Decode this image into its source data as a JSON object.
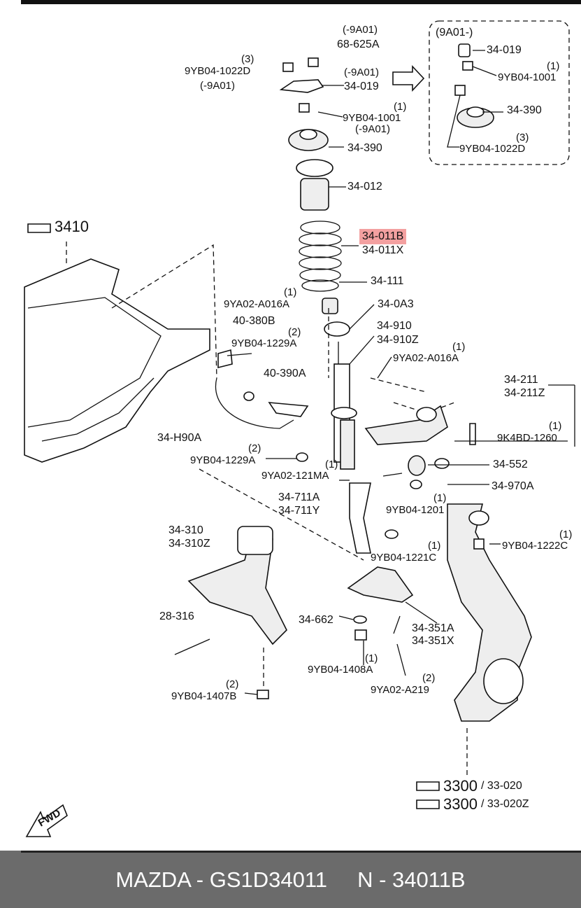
{
  "labels": {
    "l_9a01_top": "(-9A01)",
    "l_68625a": "68-625A",
    "l_3_a": "(3)",
    "l_9yb04_1022d_a": "9YB04-1022D",
    "l_9a01_b": "(-9A01)",
    "l_9a01_c": "(-9A01)",
    "l_34019_a": "34-019",
    "l_1_a": "(1)",
    "l_9yb04_1001_a": "9YB04-1001",
    "l_9a01_d": "(-9A01)",
    "l_34390_a": "34-390",
    "l_34012": "34-012",
    "l_34011b": "34-011B",
    "l_34011x": "34-011X",
    "l_34111": "34-111",
    "l_340a3": "34-0A3",
    "l_34910": "34-910",
    "l_34910z": "34-910Z",
    "l_1_b": "(1)",
    "l_9ya02_a016a_b": "9YA02-A016A",
    "l_1_c": "(1)",
    "l_9ya02_a016a_a": "9YA02-A016A",
    "l_40380b": "40-380B",
    "l_2_a": "(2)",
    "l_9yb04_1229a_a": "9YB04-1229A",
    "l_40390a": "40-390A",
    "l_34h90a": "34-H90A",
    "l_2_b": "(2)",
    "l_9yb04_1229a_b": "9YB04-1229A",
    "l_1_d": "(1)",
    "l_9ya02_121ma": "9YA02-121MA",
    "l_34211": "34-211",
    "l_34211z": "34-211Z",
    "l_1_e": "(1)",
    "l_9k4bd_1260": "9K4BD-1260",
    "l_34552": "34-552",
    "l_34970a": "34-970A",
    "l_34711a": "34-711A",
    "l_34711y": "34-711Y",
    "l_1_f": "(1)",
    "l_9yb04_1201": "9YB04-1201",
    "l_1_g": "(1)",
    "l_9yb04_1222c": "9YB04-1222C",
    "l_34310": "34-310",
    "l_34310z": "34-310Z",
    "l_1_h": "(1)",
    "l_9yb04_1221c": "9YB04-1221C",
    "l_28316": "28-316",
    "l_34662": "34-662",
    "l_34351a": "34-351A",
    "l_34351x": "34-351X",
    "l_1_i": "(1)",
    "l_9yb04_1408a": "9YB04-1408A",
    "l_2_c": "(2)",
    "l_9ya02_a219": "9YA02-A219",
    "l_2_d": "(2)",
    "l_9yb04_1407b": "9YB04-1407B",
    "l_3410": "3410",
    "l_3300_a": "3300",
    "l_33020": "/ 33-020",
    "l_3300_b": "3300",
    "l_33020z": "/ 33-020Z",
    "l_9a01_box": "(9A01-)",
    "l_34019_b": "34-019",
    "l_1_j": "(1)",
    "l_9yb04_1001_b": "9YB04-1001",
    "l_34390_b": "34-390",
    "l_3_b": "(3)",
    "l_9yb04_1022d_b": "9YB04-1022D",
    "l_fwd": "FWD"
  },
  "highlight_color": "#f3a0a0",
  "footer": {
    "text": "MAZDA - GS1D34011     N - 34011B"
  }
}
